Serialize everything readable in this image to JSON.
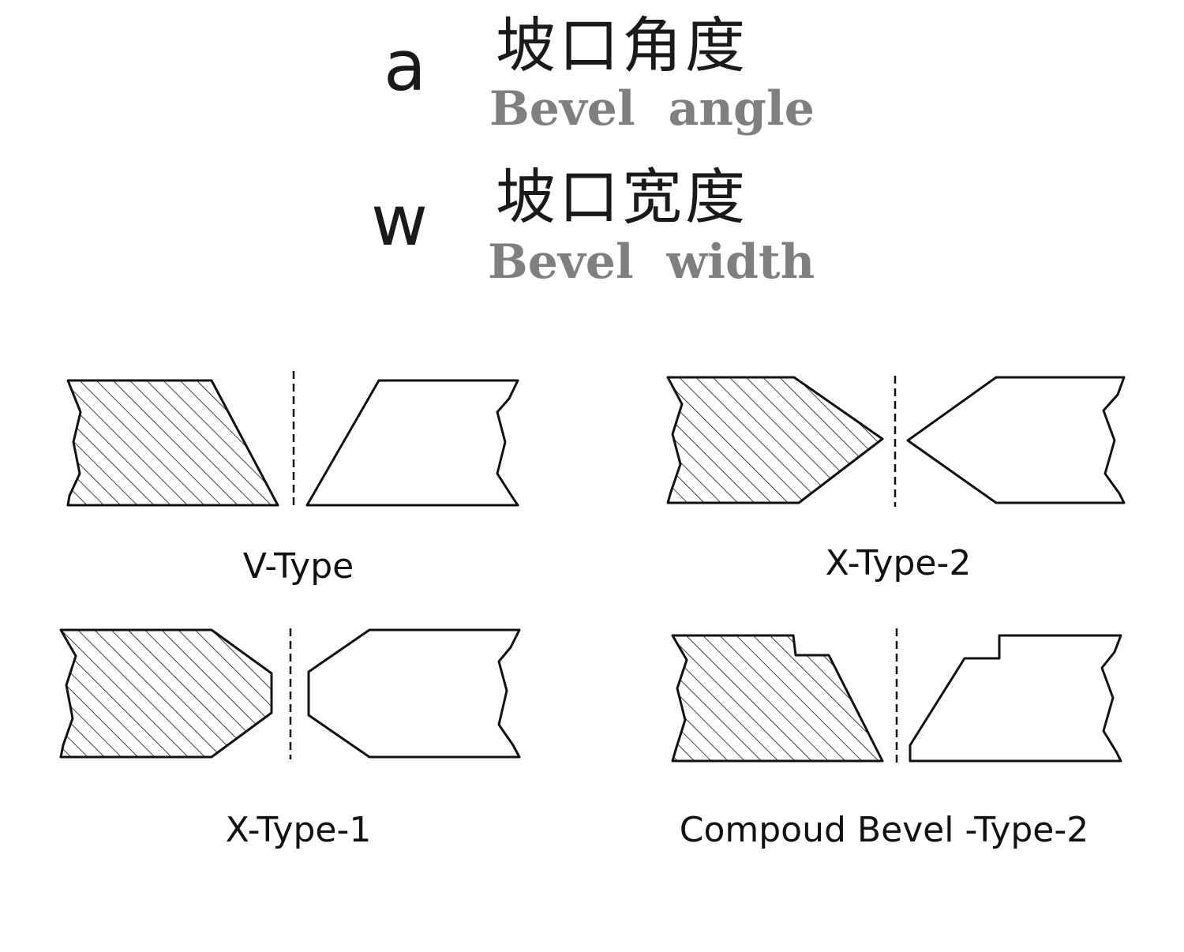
{
  "legend": [
    {
      "symbol": "a",
      "chinese": "坡口角度",
      "english": "Bevel  angle"
    },
    {
      "symbol": "w",
      "chinese": "坡口宽度",
      "english": "Bevel  width"
    }
  ],
  "bevel_types": [
    {
      "label": "V-Type"
    },
    {
      "label": "X-Type-2"
    },
    {
      "label": "X-Type-1"
    },
    {
      "label": "Compoud Bevel -Type-2"
    }
  ],
  "colors": {
    "stroke": "#111111",
    "symbol_text": "#1a1a1a",
    "english_text": "#7f7f7f"
  }
}
